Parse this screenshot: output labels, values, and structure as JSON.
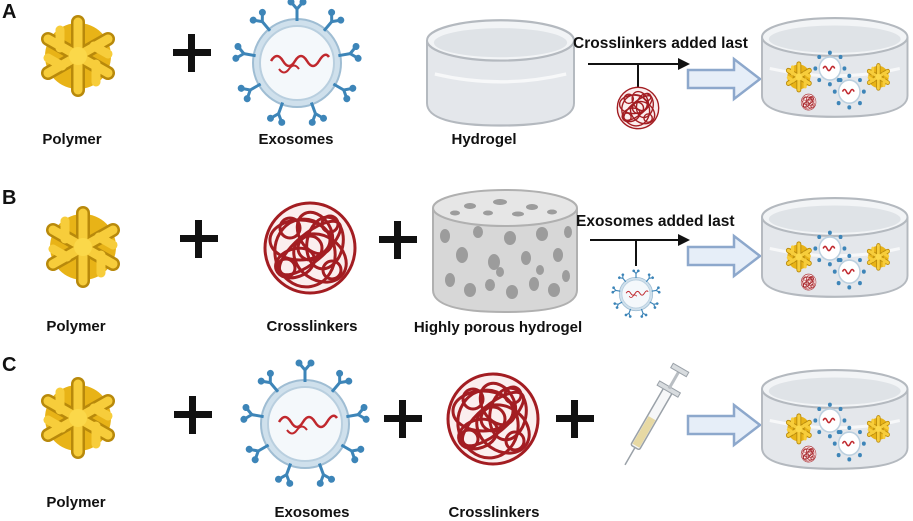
{
  "panels": {
    "a": {
      "letter": "A",
      "items": [
        "Polymer",
        "Exosomes",
        "Hydrogel"
      ],
      "step_label": "Crosslinkers added last"
    },
    "b": {
      "letter": "B",
      "items": [
        "Polymer",
        "Crosslinkers",
        "Highly porous hydrogel"
      ],
      "step_label": "Exosomes added last"
    },
    "c": {
      "letter": "C",
      "items": [
        "Polymer",
        "Exosomes",
        "Crosslinkers"
      ]
    }
  },
  "icons": {
    "polymer": "polymer-icon",
    "exosome": "exosome-icon",
    "crosslinker": "crosslinker-icon",
    "hydrogel": "hydrogel-icon",
    "porous_hydrogel": "porous-hydrogel-icon",
    "syringe": "syringe-icon",
    "arrow": "block-arrow-icon",
    "container": "hydrogel-container-icon"
  },
  "colors": {
    "polymer": "#e8b317",
    "polymer_dark": "#b58a0c",
    "crosslinker": "#a31d22",
    "exosome_membrane": "#a9c6db",
    "exosome_receptor": "#3d85b8",
    "rna": "#c0282d",
    "arrow_fill": "#e6eef8",
    "arrow_stroke": "#8da8cc",
    "glass": "#d9dde2"
  }
}
